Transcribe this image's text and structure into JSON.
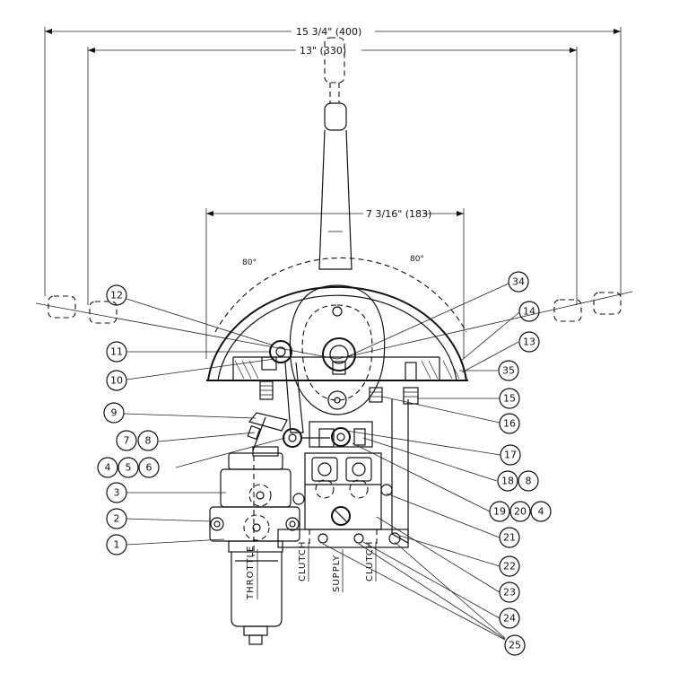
{
  "dimensions": {
    "overall": "15 3/4\" (400)",
    "inner": "13\" (330)",
    "base": "7 3/16\" (183)"
  },
  "angles": {
    "left": "80°",
    "right": "80°"
  },
  "port_labels": {
    "throttle": "THROTTLE",
    "clutch_left": "CLUTCH",
    "supply": "SUPPLY",
    "clutch_right": "CLUTCH"
  },
  "callouts": {
    "c12": "12",
    "c11": "11",
    "c10": "10",
    "c9": "9",
    "c7": "7",
    "c8a": "8",
    "c4a": "4",
    "c5": "5",
    "c6": "6",
    "c3": "3",
    "c2": "2",
    "c1": "1",
    "c34": "34",
    "c14": "14",
    "c13": "13",
    "c35": "35",
    "c15": "15",
    "c16": "16",
    "c17": "17",
    "c18": "18",
    "c8b": "8",
    "c19": "19",
    "c20": "20",
    "c4b": "4",
    "c21": "21",
    "c22": "22",
    "c23": "23",
    "c24": "24",
    "c25": "25"
  }
}
